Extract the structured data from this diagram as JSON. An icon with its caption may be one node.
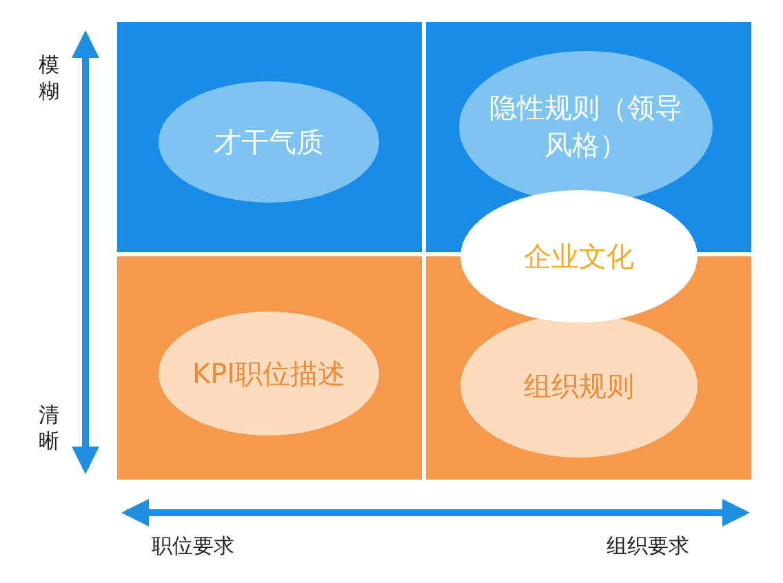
{
  "diagram": {
    "nodes": [
      {
        "text": [
          "才干气质"
        ]
      },
      {
        "text": [
          "隐性规则（领导风格）"
        ]
      },
      {
        "text": [
          "企业文化"
        ]
      },
      {
        "text": [
          "KPI职位描述"
        ]
      },
      {
        "text": [
          "组织规则"
        ]
      }
    ],
    "labels": [
      "模糊",
      "清晰",
      "职位要求",
      "组织要求"
    ]
  }
}
